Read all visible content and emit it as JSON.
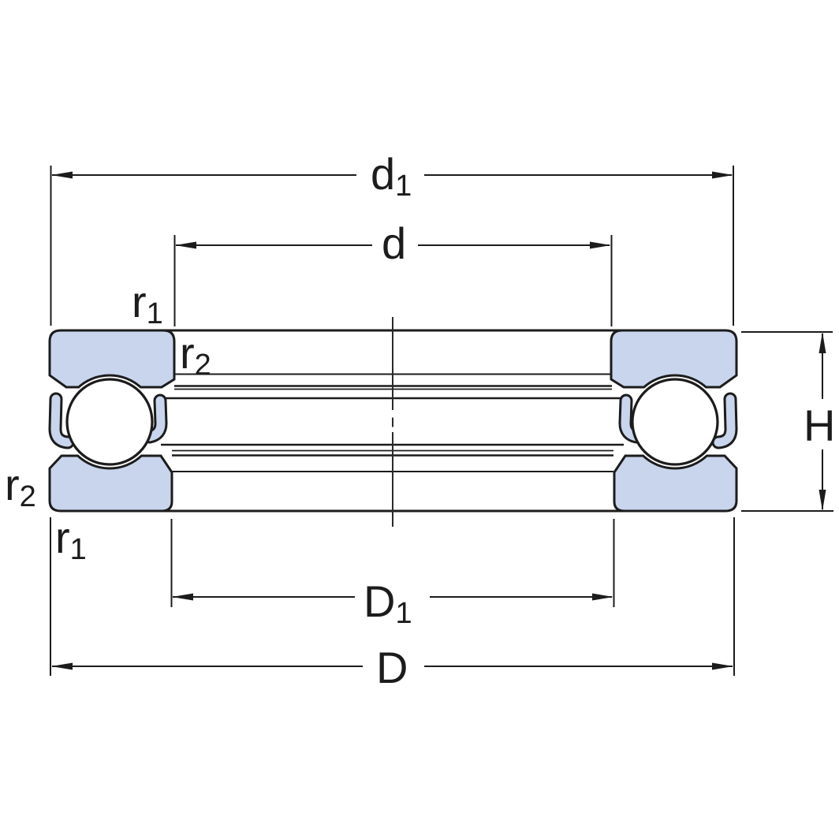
{
  "labels": {
    "dim_d1": {
      "main": "d",
      "sub": "1"
    },
    "dim_d": {
      "main": "d"
    },
    "radius_r1_top": {
      "main": "r",
      "sub": "1"
    },
    "radius_r2_top": {
      "main": "r",
      "sub": "2"
    },
    "radius_r2_left": {
      "main": "r",
      "sub": "2"
    },
    "radius_r1_bottom": {
      "main": "r",
      "sub": "1"
    },
    "dim_H": {
      "main": "H"
    },
    "dim_D1": {
      "main": "D",
      "sub": "1"
    },
    "dim_D": {
      "main": "D"
    }
  },
  "colors": {
    "washer_fill": "#c8d5ec",
    "outline": "#1c1c1c",
    "background": "#ffffff"
  }
}
